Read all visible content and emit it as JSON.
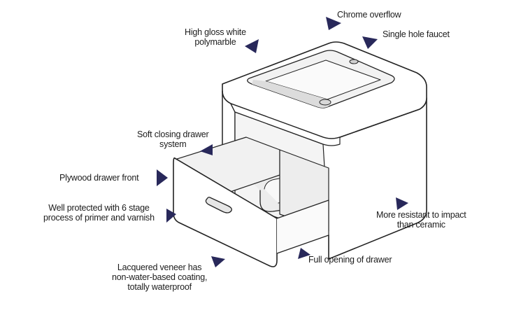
{
  "colors": {
    "pointer": "#28285a",
    "outline": "#222222",
    "shade": "#e4e4e4"
  },
  "callouts": [
    {
      "id": "chrome-overflow",
      "lines": [
        "Chrome overflow"
      ]
    },
    {
      "id": "high-gloss",
      "lines": [
        "High gloss white",
        "polymarble"
      ]
    },
    {
      "id": "single-hole-faucet",
      "lines": [
        "Single hole faucet"
      ]
    },
    {
      "id": "soft-closing",
      "lines": [
        "Soft closing drawer",
        "system"
      ]
    },
    {
      "id": "plywood-front",
      "lines": [
        "Plywood drawer front"
      ]
    },
    {
      "id": "well-protected",
      "lines": [
        "Well protected with 6 stage",
        "process of primer and varnish"
      ]
    },
    {
      "id": "impact-resistant",
      "lines": [
        "More resistant to impact",
        "than ceramic"
      ]
    },
    {
      "id": "full-opening",
      "lines": [
        "Full opening of drawer"
      ]
    },
    {
      "id": "lacquered-veneer",
      "lines": [
        "Lacquered veneer has",
        "non-water-based coating,",
        "totally waterproof"
      ]
    }
  ]
}
